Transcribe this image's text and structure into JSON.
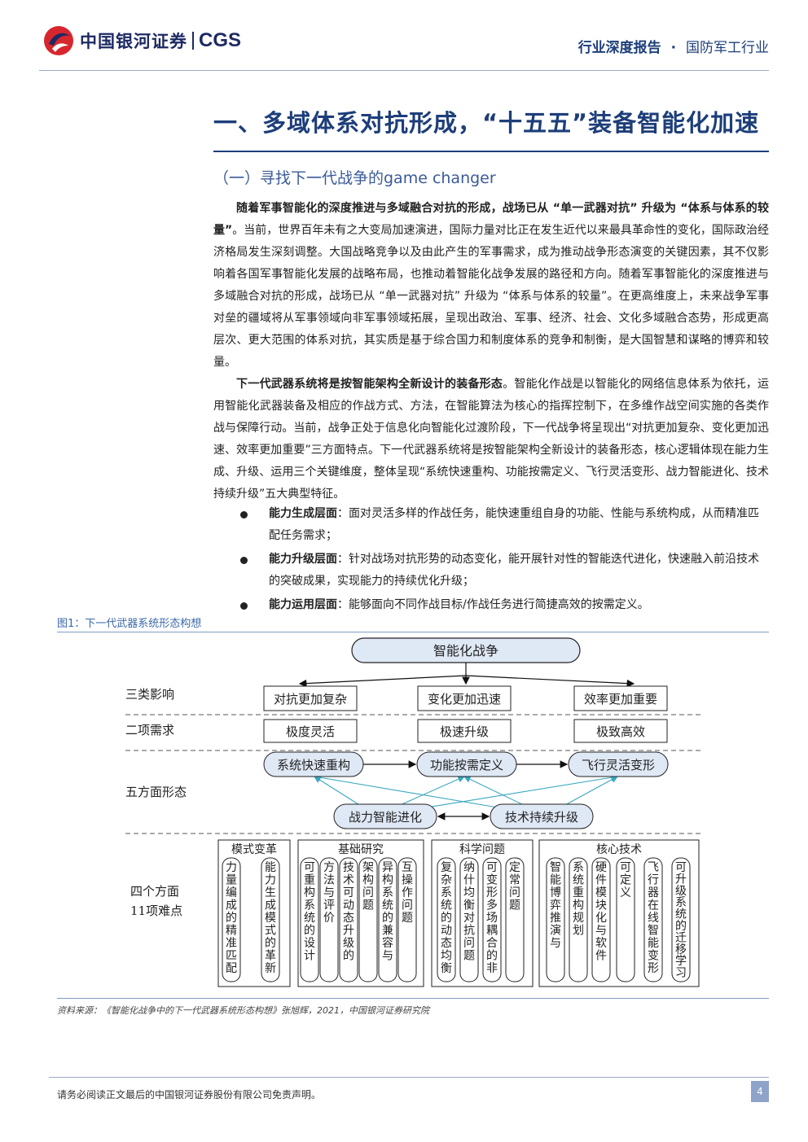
{
  "header": {
    "brand": "中国银河证券",
    "brand_en": "CGS",
    "report_type": "行业深度报告",
    "separator": "·",
    "industry": "国防军工行业"
  },
  "heading1": "一、多域体系对抗形成，“十五五”装备智能化加速",
  "heading2": "（一）寻找下一代战争的game changer",
  "para1_bold": "随着军事智能化的深度推进与多域融合对抗的形成，战场已从 “单一武器对抗” 升级为 “体系与体系的较量”",
  "para1_rest": "。当前，世界百年未有之大变局加速演进，国际力量对比正在发生近代以来最具革命性的变化，国际政治经济格局发生深刻调整。大国战略竞争以及由此产生的军事需求，成为推动战争形态演变的关键因素，其不仅影响着各国军事智能化发展的战略布局，也推动着智能化战争发展的路径和方向。随着军事智能化的深度推进与多域融合对抗的形成，战场已从 “单一武器对抗” 升级为 “体系与体系的较量”。在更高维度上，未来战争军事对垒的疆域将从军事领域向非军事领域拓展，呈现出政治、军事、经济、社会、文化多域融合态势，形成更高层次、更大范围的体系对抗，其实质是基于综合国力和制度体系的竞争和制衡，是大国智慧和谋略的博弈和较量。",
  "para2_bold": "下一代武器系统将是按智能架构全新设计的装备形态",
  "para2_rest": "。智能化作战是以智能化的网络信息体系为依托，运用智能化武器装备及相应的作战方式、方法，在智能算法为核心的指挥控制下，在多维作战空间实施的各类作战与保障行动。当前，战争正处于信息化向智能化过渡阶段，下一代战争将呈现出“对抗更加复杂、变化更加迅速、效率更加重要”三方面特点。下一代武器系统将是按智能架构全新设计的装备形态，核心逻辑体现在能力生成、升级、运用三个关键维度，整体呈现“系统快速重构、功能按需定义、飞行灵活变形、战力智能进化、技术持续升级”五大典型特征。",
  "bullets": [
    {
      "label": "能力生成层面",
      "text": "：面对灵活多样的作战任务，能快速重组自身的功能、性能与系统构成，从而精准匹配任务需求；"
    },
    {
      "label": "能力升级层面",
      "text": "：针对战场对抗形势的动态变化，能开展针对性的智能迭代进化，快速融入前沿技术的突破成果，实现能力的持续优化升级；"
    },
    {
      "label": "能力运用层面",
      "text": "：能够面向不同作战目标/作战任务进行简捷高效的按需定义。"
    }
  ],
  "figure": {
    "caption": "图1：下一代武器系统形态构想",
    "top": "智能化战争",
    "row_labels": [
      "三类影响",
      "二项需求",
      "五方面形态",
      "四个方面",
      "11项难点"
    ],
    "impacts": [
      "对抗更加复杂",
      "变化更加迅速",
      "效率更加重要"
    ],
    "needs": [
      "极度灵活",
      "极速升级",
      "极致高效"
    ],
    "forms_top": [
      "系统快速重构",
      "功能按需定义",
      "飞行灵活变形"
    ],
    "forms_bottom": [
      "战力智能进化",
      "技术持续升级"
    ],
    "groups": [
      {
        "title": "模式变革",
        "items": [
          "力量编成的精准匹配",
          "能力生成模式的革新"
        ]
      },
      {
        "title": "基础研究",
        "items": [
          "可重构系统的设计",
          "方法与评价",
          "技术可动态升级的",
          "架构问题",
          "异构系统的兼容与",
          "互操作问题"
        ]
      },
      {
        "title": "科学问题",
        "items": [
          "复杂系统的动态均衡",
          "纳什均衡对抗问题",
          "可变形多场耦合的非",
          "定常问题"
        ]
      },
      {
        "title": "核心技术",
        "items": [
          "智能博弈推演与",
          "系统重构规划",
          "硬件模块化与软件",
          "可定义",
          "飞行器在线智能变形",
          "可升级系统的迁移学习"
        ]
      }
    ]
  },
  "source": "资料来源：《智能化战争中的下一代武器系统形态构想》张旭辉，2021，中国银河证券研究院",
  "footer": "请务必阅读正文最后的中国银河证券股份有限公司免责声明。",
  "page_number": "4",
  "colors": {
    "brand_blue": "#1d3e7a",
    "brand_red": "#d7262d",
    "arrow_teal": "#3aa6c0"
  }
}
